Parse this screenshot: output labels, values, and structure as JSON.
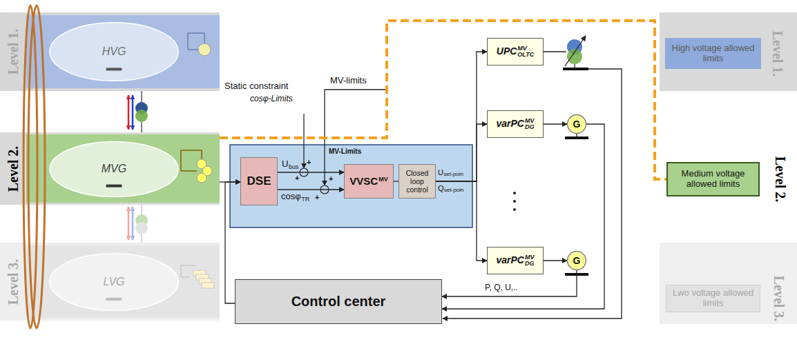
{
  "diagram": {
    "nodes": [
      {
        "text": [
          "Level 1."
        ]
      },
      {
        "text": [
          "HVG"
        ],
        "in": 0
      },
      {
        "text": [
          "Level 2."
        ]
      },
      {
        "text": [
          "MVG"
        ],
        "in": 2
      },
      {
        "text": [
          "Level 3."
        ]
      },
      {
        "text": [
          "LVG"
        ],
        "in": 4
      },
      {
        "text": [
          "DSE"
        ]
      },
      {
        "text": [
          "VVSC",
          "MV"
        ]
      },
      {
        "text": [
          "Closed loop control"
        ]
      },
      {
        "text": [
          "UPC",
          "MV",
          "OLTC"
        ]
      },
      {
        "text": [
          "varPC",
          "MV",
          "DG"
        ]
      },
      {
        "text": [
          "varPC",
          "MV",
          "DG"
        ]
      },
      {
        "text": [
          "G"
        ]
      },
      {
        "text": [
          "G"
        ]
      },
      {
        "text": [
          "Control center"
        ]
      },
      {
        "text": [
          "High voltage allowed limits",
          "Level 1."
        ]
      },
      {
        "text": [
          "Medium voltage allowed limits",
          "Level 2."
        ]
      },
      {
        "text": [
          "Lwo voltage allowed limits",
          "Level 3."
        ]
      }
    ],
    "edges": [
      {
        "from": 6,
        "to": 7,
        "arrow": "to"
      },
      {
        "from": 6,
        "to": 7,
        "arrow": "to"
      },
      {
        "from": 7,
        "to": 8,
        "arrow": "none"
      },
      {
        "from": 8,
        "to": 9,
        "arrow": "to"
      },
      {
        "from": 8,
        "to": 10,
        "arrow": "to"
      },
      {
        "from": 8,
        "to": 11,
        "arrow": "to"
      },
      {
        "from": 10,
        "to": 12,
        "arrow": "to"
      },
      {
        "from": 11,
        "to": 13,
        "arrow": "to"
      },
      {
        "from": 12,
        "to": 14,
        "arrow": "to"
      },
      {
        "from": 13,
        "to": 14,
        "arrow": "to",
        "label": "P, Q, U,.."
      },
      {
        "from": 14,
        "to": 6,
        "arrow": "to"
      },
      {
        "from": 2,
        "to": 6,
        "arrow": "to"
      },
      {
        "from": 2,
        "to": 16,
        "arrow": "none"
      }
    ],
    "labels": [
      "Static constraint",
      "cosφ-Limits",
      "MV-limits",
      "MV-Limits",
      "U",
      "bus",
      "cosφ",
      "TR",
      "+",
      "+",
      "+",
      "+",
      "U",
      "set-poin",
      "Q",
      "set-poin"
    ]
  }
}
